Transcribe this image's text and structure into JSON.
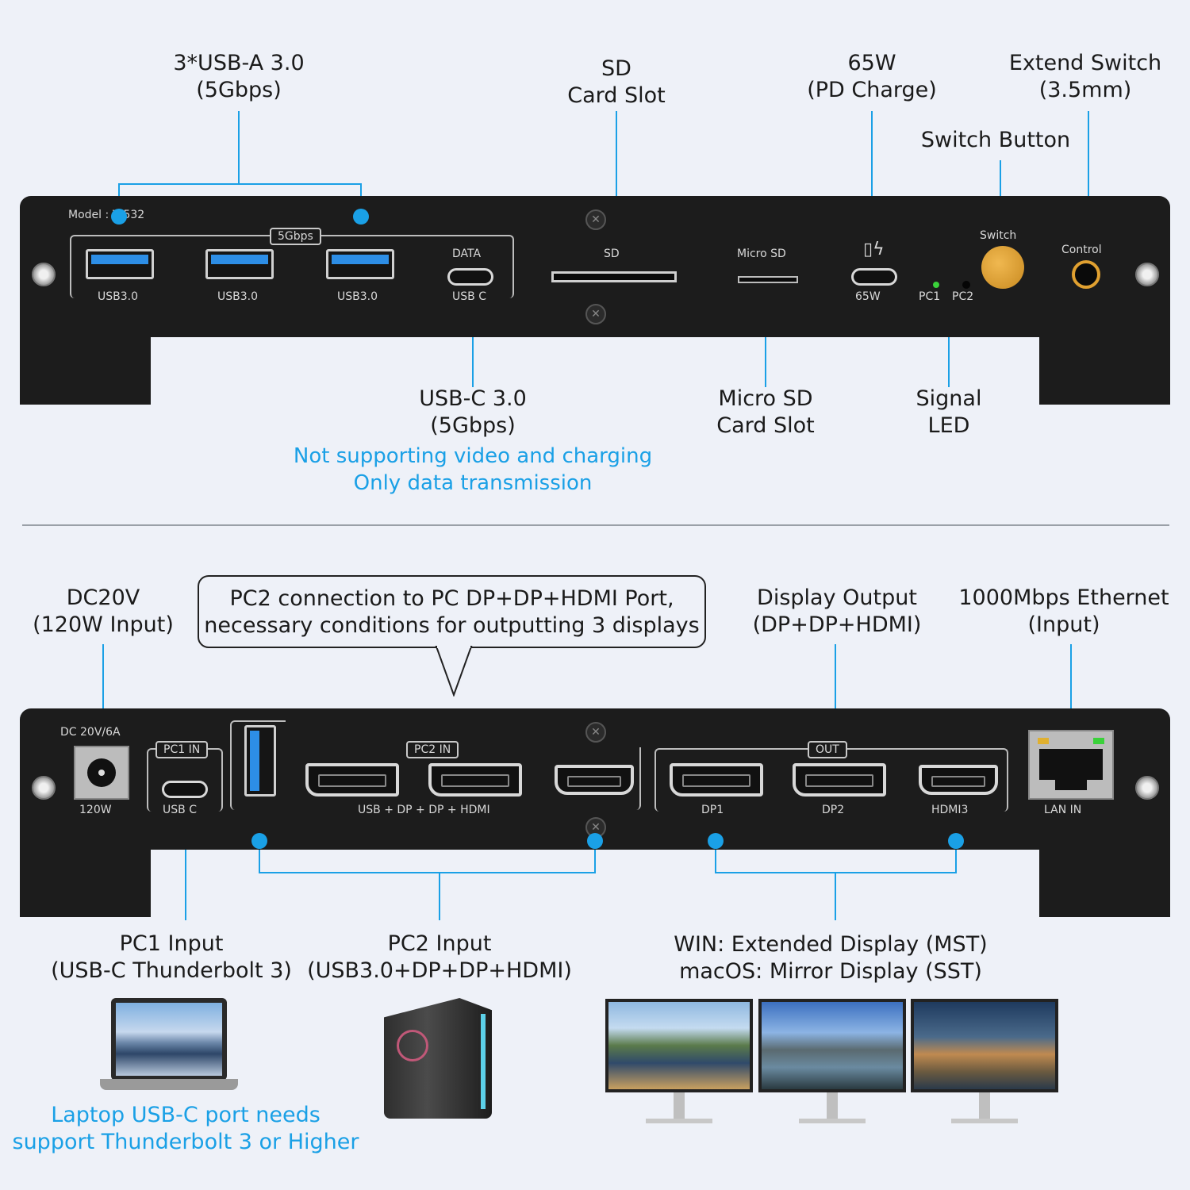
{
  "top_labels": {
    "usba": [
      "3*USB-A 3.0",
      "(5Gbps)"
    ],
    "sd": [
      "SD",
      "Card Slot"
    ],
    "pd": [
      "65W",
      "(PD Charge)"
    ],
    "extend": [
      "Extend Switch",
      "(3.5mm)"
    ],
    "switch_btn": "Switch Button",
    "usbc": [
      "USB-C 3.0",
      "(5Gbps)"
    ],
    "usbc_note": [
      "Not supporting video and charging",
      "Only data transmission"
    ],
    "microsd": [
      "Micro SD",
      "Card Slot"
    ],
    "led": [
      "Signal",
      "LED"
    ]
  },
  "top_panel": {
    "model": "Model : W532",
    "speed_tag": "5Gbps",
    "data_label": "DATA",
    "usb30": "USB3.0",
    "usbc": "USB C",
    "sd": "SD",
    "microsd": "Micro SD",
    "w65": "65W",
    "pc1": "PC1",
    "pc2": "PC2",
    "switch": "Switch",
    "control": "Control"
  },
  "bottom_labels": {
    "dc": [
      "DC20V",
      "(120W Input)"
    ],
    "callout": [
      "PC2 connection to PC DP+DP+HDMI Port,",
      "necessary conditions for outputting 3 displays"
    ],
    "display_out": [
      "Display Output",
      "(DP+DP+HDMI)"
    ],
    "ethernet": [
      "1000Mbps Ethernet",
      "(Input)"
    ],
    "pc1_input": [
      "PC1 Input",
      "(USB-C Thunderbolt 3)"
    ],
    "pc2_input": [
      "PC2 Input",
      "(USB3.0+DP+DP+HDMI)"
    ],
    "ext_display": [
      "WIN: Extended Display (MST)",
      "macOS: Mirror Display (SST)"
    ],
    "laptop_note": [
      "Laptop USB-C port needs",
      "support Thunderbolt 3 or Higher"
    ]
  },
  "bottom_panel": {
    "dc_rating": "DC 20V/6A",
    "w120": "120W",
    "pc1_in": "PC1 IN",
    "usb_c": "USB C",
    "pc2_in": "PC2 IN",
    "pc2_ports": "USB + DP + DP + HDMI",
    "out": "OUT",
    "dp1": "DP1",
    "dp2": "DP2",
    "hdmi3": "HDMI3",
    "lan": "LAN IN"
  },
  "colors": {
    "accent": "#1aa0e6",
    "panel": "#1c1c1c",
    "usb_blue": "#2d8ee6",
    "switch_orange": "#e0a030"
  }
}
